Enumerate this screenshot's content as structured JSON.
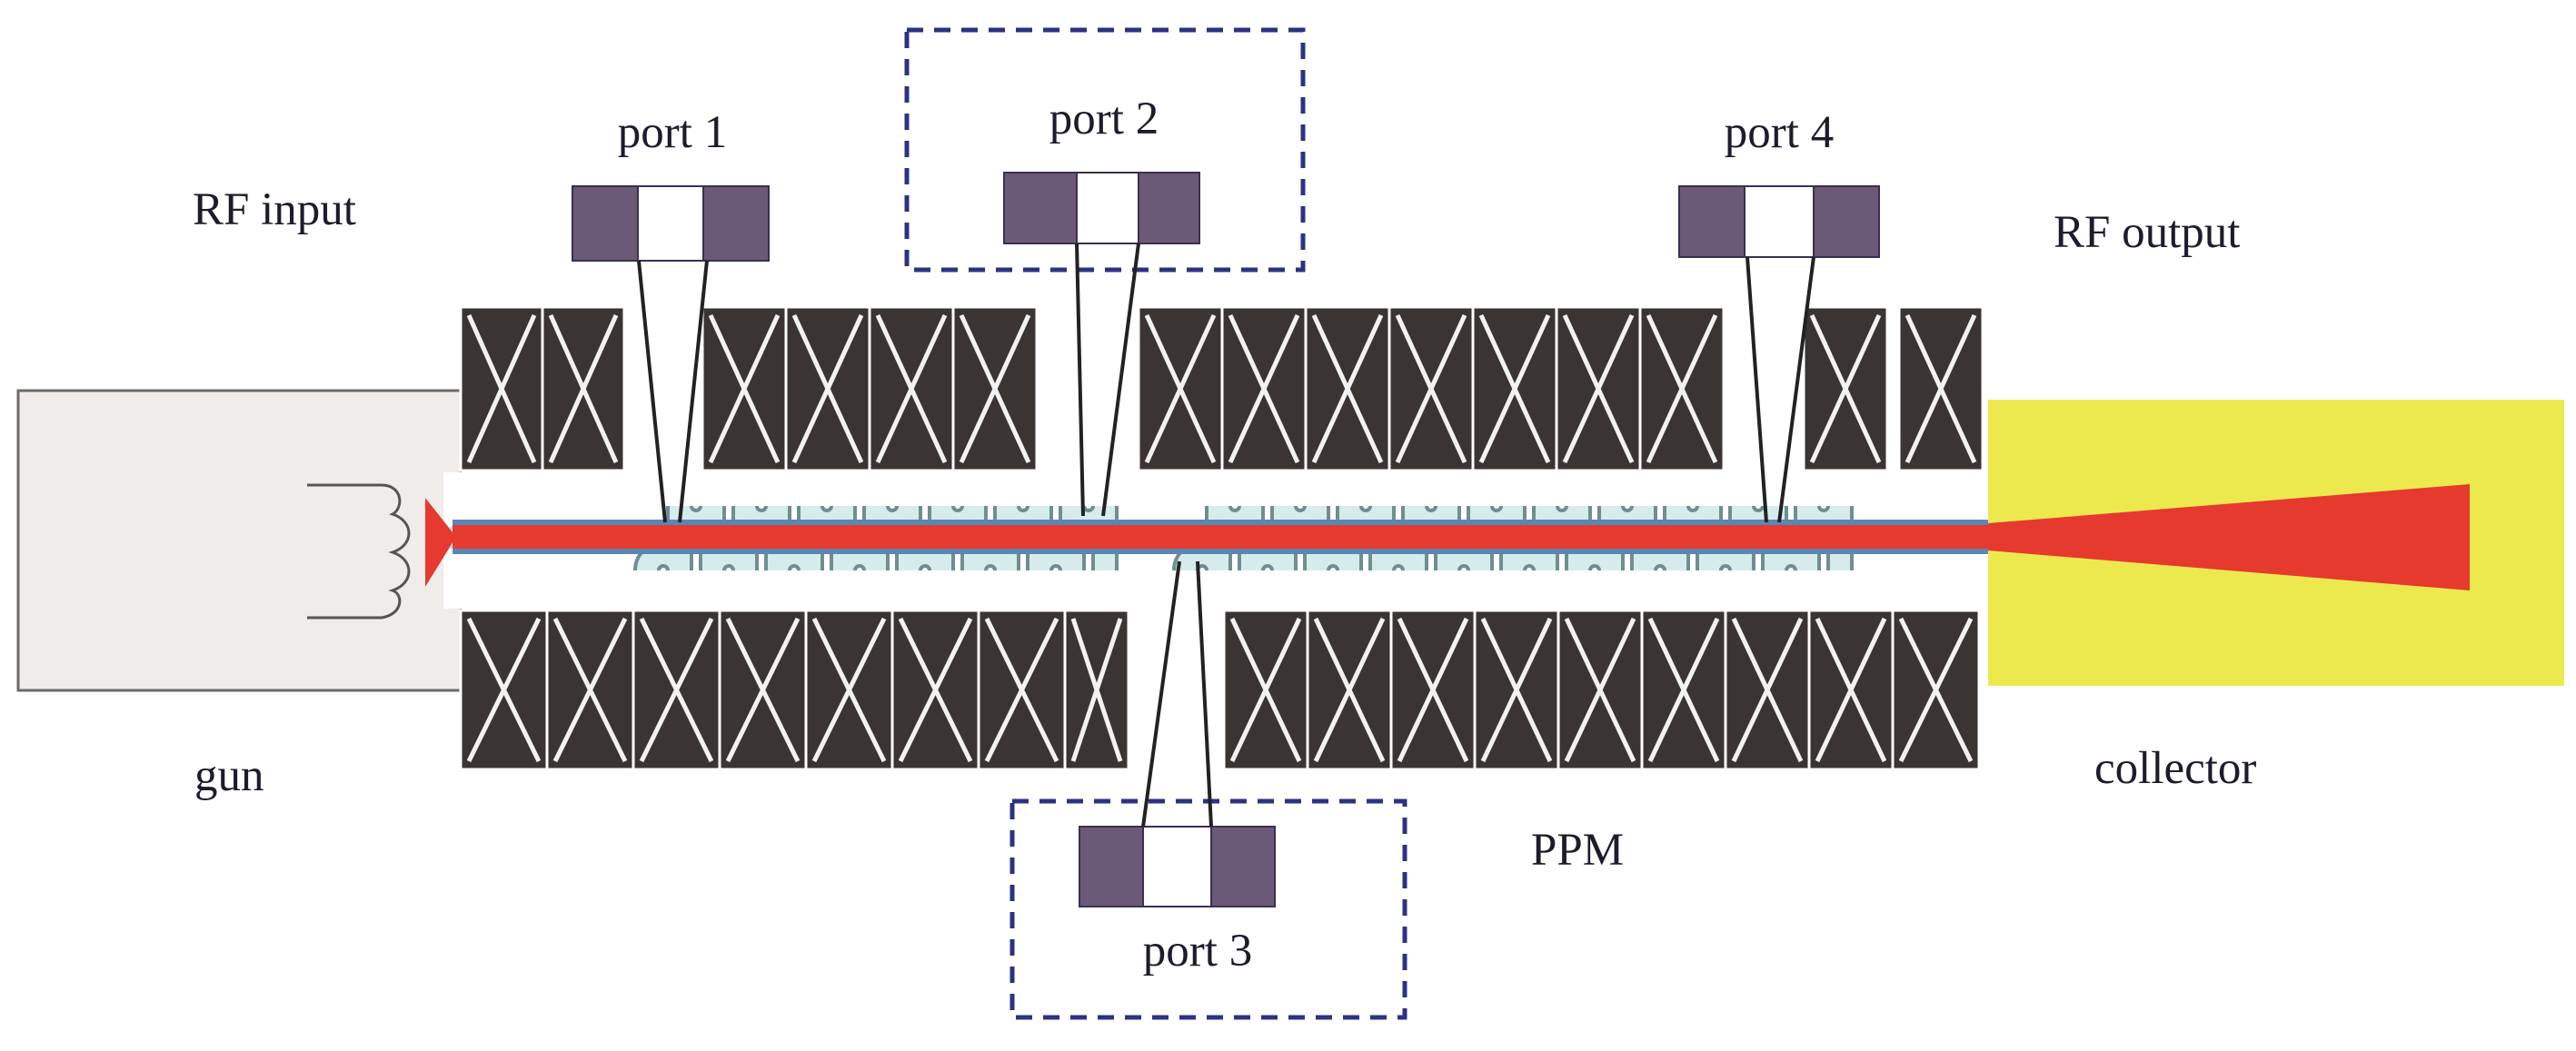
{
  "labels": {
    "rf_input": "RF input",
    "rf_output": "RF output",
    "gun": "gun",
    "collector": "collector",
    "ppm": "PPM",
    "port1": "port 1",
    "port2": "port 2",
    "port3": "port 3",
    "port4": "port 4"
  },
  "colors": {
    "magnet": "#3a3432",
    "magnet_cross": "#f2f2f2",
    "beam": "#e63a2e",
    "beam_edge": "#5a87b4",
    "helix": "#d6ecec",
    "helix_edge": "#6f8e92",
    "port_block": "#6a5a78",
    "dashed_box": "#2c3282",
    "gun_body": "#efecea",
    "collector_body": "#ece94f"
  }
}
